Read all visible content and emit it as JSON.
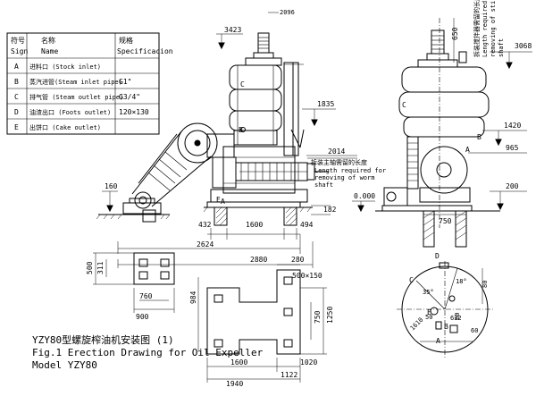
{
  "legend": {
    "headers": [
      {
        "cn": "符号",
        "en": "Sign"
      },
      {
        "cn": "名称",
        "en": "Name"
      },
      {
        "cn": "规格",
        "en": "Specificacion"
      }
    ],
    "rows": [
      {
        "sign": "A",
        "name": "进料口 (Stock inlet)",
        "spec": ""
      },
      {
        "sign": "B",
        "name": "蒸汽进管(Steam inlet pipe)",
        "spec": "G1\""
      },
      {
        "sign": "C",
        "name": "排气管 (Steam outlet pipe)",
        "spec": "G3/4\""
      },
      {
        "sign": "D",
        "name": "油渣出口 (Foots outlet)",
        "spec": "120×130"
      },
      {
        "sign": "E",
        "name": "出饼口 (Cake outlet)",
        "spec": ""
      }
    ]
  },
  "front_view": {
    "dims": [
      "3423",
      "1835",
      "2014",
      "160",
      "432",
      "1600",
      "494",
      "182",
      "2624",
      "2880"
    ],
    "note": {
      "cn": "拆装主轴需留的长度",
      "en": [
        "Length required for",
        "removing of worm",
        "shaft"
      ]
    },
    "markers": [
      "A",
      "B",
      "C",
      "D",
      "E"
    ],
    "top_label": "2096"
  },
  "side_view": {
    "dims": [
      "650",
      "3068",
      "1420",
      "965",
      "200",
      "0.000",
      "750"
    ],
    "note": [
      "拆装搅拌器需留的长度",
      "Length required for",
      "removing of stirrer",
      "shaft"
    ],
    "markers": [
      "C",
      "B",
      "A"
    ]
  },
  "foundation_plan": {
    "dims": [
      "280",
      "500×150",
      "500",
      "311",
      "760",
      "900",
      "984",
      "750",
      "1250",
      "1600",
      "1020",
      "1122",
      "1940"
    ]
  },
  "top_view": {
    "dims": [
      "18°",
      "35°",
      "60",
      "80",
      "50",
      "1610",
      "632",
      "60"
    ],
    "markers": [
      "D",
      "C",
      "E",
      "B",
      "A"
    ]
  },
  "caption": {
    "cn": "YZY80型螺旋榨油机安装图 (1)",
    "line1": "Fig.1 Erection Drawing for Oil Expeller",
    "line2": "Model YZY80"
  }
}
